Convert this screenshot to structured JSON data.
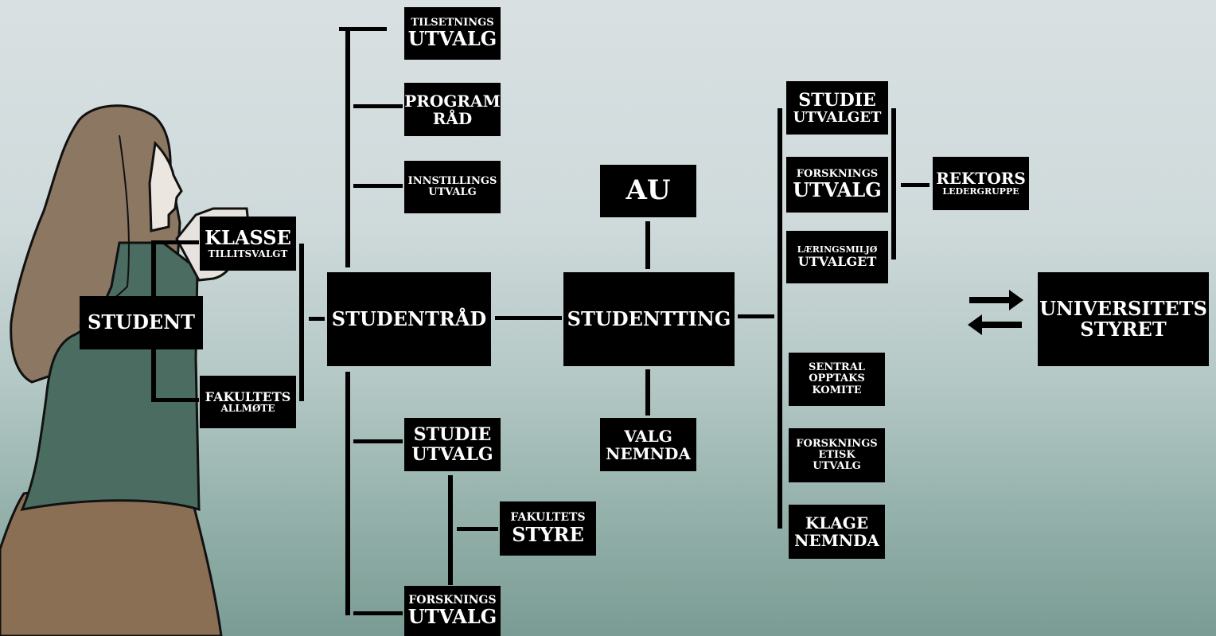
{
  "nodes": {
    "student": [
      "STUDENT"
    ],
    "klasse": [
      "KLASSE",
      "TILLITSVALGT"
    ],
    "fakultets_allmote": [
      "FAKULTETS",
      "ALLMØTE"
    ],
    "studentrad": [
      "STUDENTRÅD"
    ],
    "tilsetnings": [
      "TILSETNINGS",
      "UTVALG"
    ],
    "programrad": [
      "PROGRAM",
      "RÅD"
    ],
    "innstillings": [
      "INNSTILLINGS",
      "UTVALG"
    ],
    "studie_utvalg": [
      "STUDIE",
      "UTVALG"
    ],
    "fakultets_styre": [
      "FAKULTETS",
      "STYRE"
    ],
    "forsknings_utvalg_left": [
      "FORSKNINGS",
      "UTVALG"
    ],
    "au": [
      "AU"
    ],
    "studentting": [
      "STUDENTTING"
    ],
    "valgnemnda": [
      "VALG",
      "NEMNDA"
    ],
    "studieutvalget": [
      "STUDIE",
      "UTVALGET"
    ],
    "forsknings_utvalg_right": [
      "FORSKNINGS",
      "UTVALG"
    ],
    "laeringsmiljo": [
      "LÆRINGSMILJØ",
      "UTVALGET"
    ],
    "sentral_opptak": [
      "SENTRAL",
      "OPPTAKS",
      "KOMITE"
    ],
    "forsknings_etisk": [
      "FORSKNINGS",
      "ETISK",
      "UTVALG"
    ],
    "klagenemnda": [
      "KLAGE",
      "NEMNDA"
    ],
    "rektors": [
      "REKTORS",
      "LEDERGRUPPE"
    ],
    "universitetsstyret": [
      "UNIVERSITETS",
      "STYRET"
    ]
  }
}
